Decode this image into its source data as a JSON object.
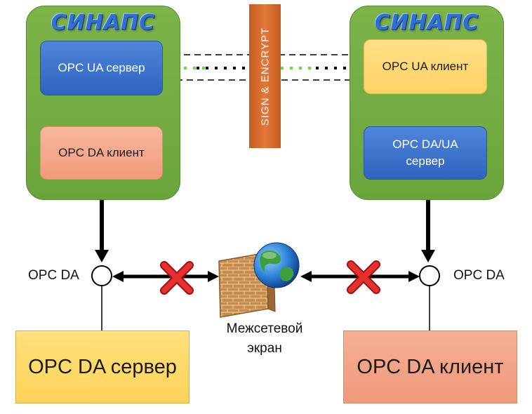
{
  "left_node": {
    "logo": "СИНАПС",
    "ua_server": "OPC UA сервер",
    "da_client": "OPC DA клиент"
  },
  "right_node": {
    "logo": "СИНАПС",
    "ua_client": "OPC UA клиент",
    "da_ua_server": "OPC DA/UA сервер"
  },
  "channel_label": "SIGN & ENCRYPT",
  "left_endpoint_label": "OPC DA",
  "right_endpoint_label": "OPC DA",
  "firewall_label": "Межсетевой экран",
  "bottom_left_box": "OPC DA сервер",
  "bottom_right_box": "OPC DA клиент",
  "colors": {
    "sinaps_green": "#6aa53c",
    "ua_server_blue": "#2e63c0",
    "peach": "#f29a7c",
    "yellow": "#ffd263",
    "sign_orange": "#d86a2a",
    "cross_red": "#e02020",
    "dotted_green": "#5fe03a"
  },
  "icons": [
    "firewall-icon",
    "globe-icon",
    "blocked-cross-icon"
  ]
}
